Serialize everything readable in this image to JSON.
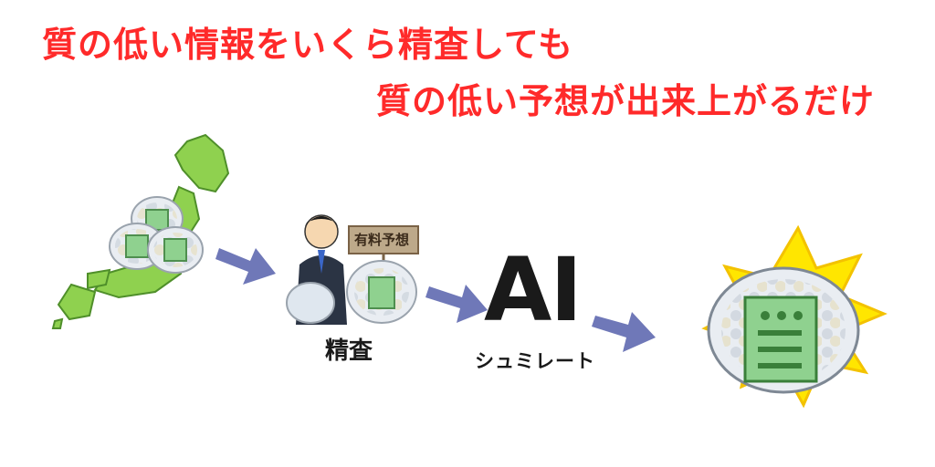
{
  "headline": {
    "line1": "質の低い情報をいくら精査しても",
    "line2": "質の低い予想が出来上がるだけ",
    "color": "#ff2a2a"
  },
  "diagram": {
    "sign_text": "有料予想",
    "scrutiny_label": "精査",
    "ai_label": "AI",
    "simulate_label": "シュミレート",
    "colors": {
      "japan_map": "#8fd14f",
      "arrow": "#6f78b8",
      "burst": "#ffe600",
      "bag": "#e9edf2",
      "sheet": "#8fd18f",
      "suit": "#2b3444",
      "sign": "#bda98a"
    },
    "icons": [
      "japan-map-icon",
      "arrow-icon",
      "money-bag-icon",
      "businessman-icon",
      "sign-board-icon",
      "burst-icon"
    ]
  }
}
